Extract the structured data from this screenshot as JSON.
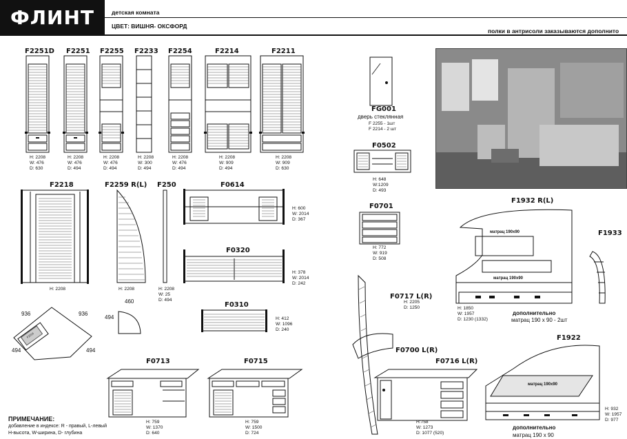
{
  "header": {
    "brand": "ФЛИНТ",
    "room": "детская комната",
    "color_line": "ЦВЕТ: ВИШНЯ- ОКСФОРД",
    "shelf_note": "полки в антрисоли заказываются дополнито"
  },
  "products": [
    {
      "id": "f2251d",
      "code": "F2251D",
      "dims": "H: 2208\nW: 476\nD: 630"
    },
    {
      "id": "f2251",
      "code": "F2251",
      "dims": "H: 2208\nW: 476\nD: 494"
    },
    {
      "id": "f2255",
      "code": "F2255",
      "dims": "H: 2208\nW: 476\nD: 494"
    },
    {
      "id": "f2233",
      "code": "F2233",
      "dims": "H: 2208\nW: 300\nD: 494"
    },
    {
      "id": "f2254",
      "code": "F2254",
      "dims": "H: 2208\nW: 476\nD: 494"
    },
    {
      "id": "f2214",
      "code": "F2214",
      "dims": "H: 2208\nW: 909\nD: 494"
    },
    {
      "id": "f2211",
      "code": "F2211",
      "dims": "H: 2208\nW: 909\nD: 630"
    },
    {
      "id": "f2218",
      "code": "F2218",
      "dims": "H: 2208"
    },
    {
      "id": "f2259",
      "code": "F2259 R(L)",
      "dims": "H: 2208"
    },
    {
      "id": "f250",
      "code": "F250",
      "dims": "H: 2208\nW: 25\nD: 494"
    },
    {
      "id": "f0614",
      "code": "F0614",
      "dims": "H: 600\nW: 2014\nD: 367"
    },
    {
      "id": "f0320",
      "code": "F0320",
      "dims": "H: 378\nW: 2014\nD: 242"
    },
    {
      "id": "f0310",
      "code": "F0310",
      "dims": "H: 412\nW: 1096\nD: 240"
    },
    {
      "id": "f0713",
      "code": "F0713",
      "dims": "H: 759\nW: 1370\nD: 640"
    },
    {
      "id": "f0715",
      "code": "F0715",
      "dims": "H: 759\nW: 1500\nD: 724"
    },
    {
      "id": "fg001",
      "code": "FG001",
      "dims": "F 2255 - 1шт\nF 2214 - 2 шт"
    },
    {
      "id": "f0502",
      "code": "F0502",
      "dims": "H: 648\nW:1209\nD: 493"
    },
    {
      "id": "f0701",
      "code": "F0701",
      "dims": "H: 772\nW: 919\nD: 508"
    },
    {
      "id": "f0717",
      "code": "F0717 L(R)",
      "dims": "H: 2205\nD: 1250"
    },
    {
      "id": "f0700",
      "code": "F0700 L(R)",
      "dims": ""
    },
    {
      "id": "f0716",
      "code": "F0716 L(R)",
      "dims": "H:758\nW: 1273\nD: 1077 (520)"
    },
    {
      "id": "f1932",
      "code": "F1932 R(L)",
      "dims": "H: 1850\nW: 1957\nD: 1230 (1332)"
    },
    {
      "id": "f1933",
      "code": "F1933",
      "dims": ""
    },
    {
      "id": "f1922",
      "code": "F1922",
      "dims": "H: 932\nW: 1957\nD: 977"
    }
  ],
  "fg001_caption": "дверь стеклянная",
  "corner": {
    "side_a": "936",
    "side_b": "936",
    "depth_a": "494",
    "depth_b": "494",
    "label": "F2218"
  },
  "f2259_plan": {
    "width": "460",
    "depth": "494"
  },
  "mattress": {
    "upper": "матрац 190x90",
    "lower": "матрац 190x90",
    "f1922": "матрац 190x90",
    "extra_label_1": "дополнительно",
    "extra_value_1": "матрац 190 x 90  - 2шт",
    "extra_label_2": "дополнительно",
    "extra_value_2": "матрац 190 x 90"
  },
  "note": {
    "title": "ПРИМЕЧАНИЕ:",
    "line1": "добавление в индексе:  R - правый, L-левый",
    "line2": "H-высота, W-ширина, D- глубина"
  }
}
